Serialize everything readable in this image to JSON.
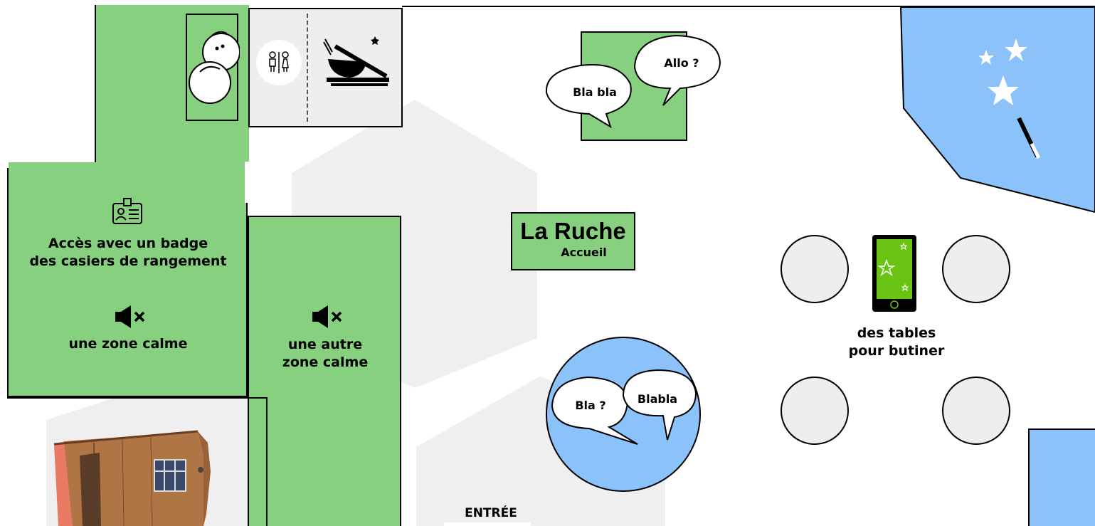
{
  "map": {
    "title": "La Ruche",
    "subtitle": "Accueil",
    "entrance": "ENTRÉE"
  },
  "zones": {
    "badge_zone": {
      "line1": "Accès avec un badge",
      "line2": "des casiers de rangement",
      "quiet": "une zone calme"
    },
    "quiet_zone_2": {
      "line1": "une autre",
      "line2": "zone calme"
    },
    "tables": {
      "line1": "des tables",
      "line2": "pour butiner"
    }
  },
  "bubbles": {
    "phone_bubble_1": "Bla bla",
    "phone_bubble_2": "Allo ?",
    "meeting_bubble_1": "Bla ?",
    "meeting_bubble_2": "Blabla"
  },
  "colors": {
    "zone_green": "#86d07f",
    "zone_blue": "#8cc2fa",
    "hex_gray": "#efefef",
    "table_gray": "#eeeeee",
    "phone_green": "#6ac414"
  },
  "icons": [
    "badge-icon",
    "mute-icon",
    "toilet-icon",
    "dishes-icon",
    "magic-wand-icon",
    "phone-icon",
    "chat-bubble-icon"
  ]
}
